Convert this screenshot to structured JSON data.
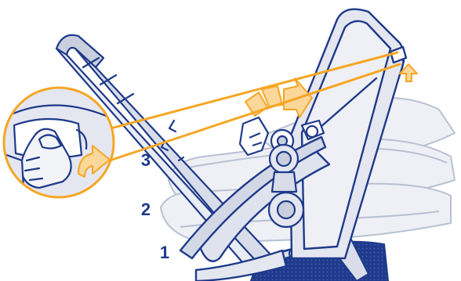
{
  "steps": {
    "three": "3",
    "two": "2",
    "one": "1"
  },
  "colors": {
    "outline": "#1f3a8a",
    "frame_fill": "#d8dde9",
    "seat_fill": "#e4e7f0",
    "ghost_outline": "#b9c0d3",
    "ghost_fill": "#eef0f5",
    "accent": "#f5a623",
    "accent_light": "#fcd79a",
    "bumper_fill": "#c9cfdd"
  },
  "icons": {
    "pointer": "leader-line",
    "direction": "rotation-arrows",
    "lift": "up-arrow"
  }
}
